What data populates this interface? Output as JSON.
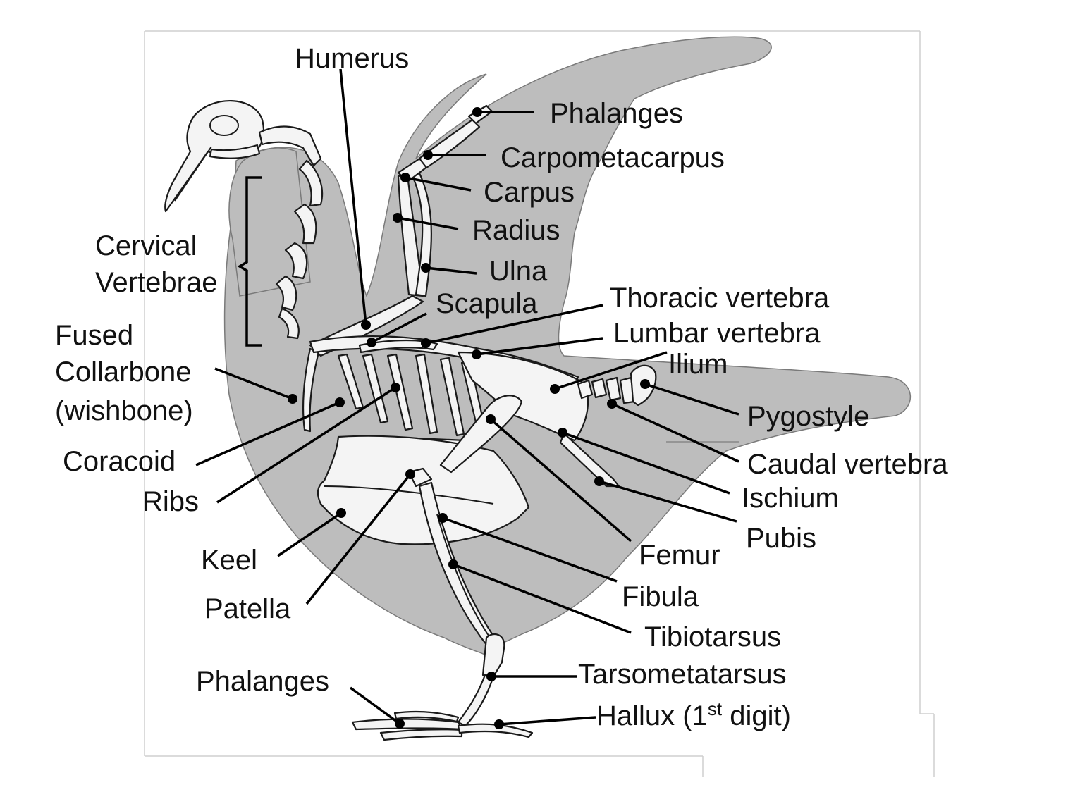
{
  "labels": {
    "humerus": "Humerus",
    "phalanges_wing": "Phalanges",
    "carpometacarpus": "Carpometacarpus",
    "carpus": "Carpus",
    "radius": "Radius",
    "ulna": "Ulna",
    "scapula": "Scapula",
    "thoracic_vertebra": "Thoracic vertebra",
    "lumbar_vertebra": "Lumbar vertebra",
    "ilium": "Ilium",
    "pygostyle": "Pygostyle",
    "caudal_vertebra": "Caudal vertebra",
    "ischium": "Ischium",
    "pubis": "Pubis",
    "femur": "Femur",
    "fibula": "Fibula",
    "tibiotarsus": "Tibiotarsus",
    "tarsometatarsus": "Tarsometatarsus",
    "hallux_prefix": "Hallux (1",
    "hallux_sup": "st",
    "hallux_suffix": " digit)",
    "cervical_line1": "Cervical",
    "cervical_line2": "Vertebrae",
    "collarbone_line1": "Fused",
    "collarbone_line2": "Collarbone",
    "collarbone_line3": "(wishbone)",
    "coracoid": "Coracoid",
    "ribs": "Ribs",
    "keel": "Keel",
    "patella": "Patella",
    "phalanges_foot": "Phalanges"
  },
  "colors": {
    "silhouette": "#bdbdbd",
    "bone": "#f4f4f4",
    "ink": "#111111"
  }
}
